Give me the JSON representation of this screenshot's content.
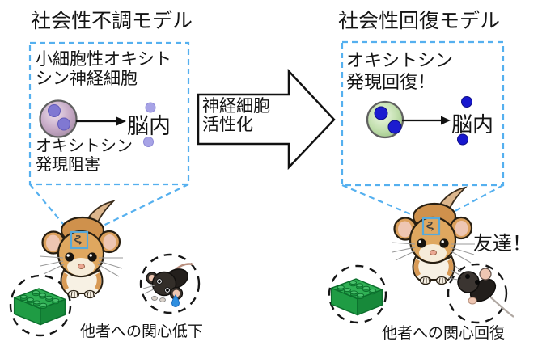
{
  "left_panel": {
    "title": "社会性不調モデル",
    "neuron_label_line1": "小細胞性オキシト",
    "neuron_label_line2": "シン神経細胞",
    "suppression_line1": "オキシトシン",
    "suppression_line2": "発現阻害",
    "brain_label": "脳内",
    "caption": "他者への関心低下"
  },
  "right_panel": {
    "title": "社会性回復モデル",
    "recovery_line1": "オキシトシン",
    "recovery_line2": "発現回復！",
    "brain_label": "脳内",
    "friend_label": "友達！",
    "caption": "他者への関心回復"
  },
  "transition": {
    "line1": "神経細胞",
    "line2": "活性化"
  },
  "colors": {
    "callout_blue": "#55b0ef",
    "ink": "#141414",
    "cell_left_dot": "#8078d2",
    "free_dot_left": "#a7a3e6",
    "cell_right_dot": "#1c1cd0",
    "free_dot_right": "#1717cf",
    "lego_top": "#2fb054",
    "lego_front": "#1f9c44",
    "lego_side": "#17893a",
    "lego_outline": "#0b6e2c",
    "mouse_tan": "#dfa75f",
    "mouse_pink": "#eec6b2",
    "black_mouse": "#2e2a26",
    "tear_blue": "#2f8fe0",
    "head_square_blue": "#57a9da"
  }
}
